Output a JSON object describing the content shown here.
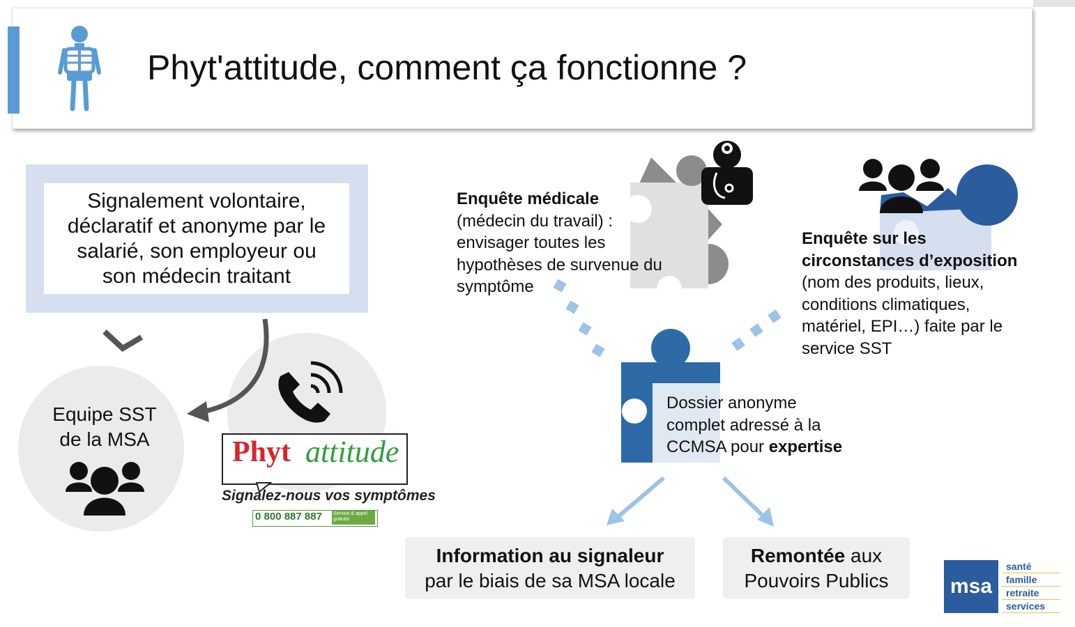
{
  "title": "Phyt'attitude, comment ça fonctionne ?",
  "signalement": {
    "lines": [
      "Signalement volontaire,",
      "déclaratif et anonyme par le",
      "salarié, son employeur ou",
      "son médecin traitant"
    ]
  },
  "equipe_sst": {
    "lines": [
      "Equipe SST",
      "de la MSA"
    ]
  },
  "logo": {
    "phyt": "Phyt",
    "attitude": "attitude",
    "slogan": "Signalez-nous vos symptômes",
    "number": "0 800 887 887",
    "tag": "Service & appel gratuits"
  },
  "enquete_medicale": {
    "title": "Enquête médicale",
    "lines": [
      "(médecin du travail) :",
      "envisager toutes les",
      "hypothèses de survenue du",
      "symptôme"
    ]
  },
  "enquete_exposition": {
    "title_lines": [
      "Enquête sur les",
      "circonstances d’exposition"
    ],
    "lines": [
      "(nom des produits, lieux,",
      "conditions climatiques,",
      "matériel, EPI…) faite par le",
      "service SST"
    ]
  },
  "dossier": {
    "line1": "Dossier anonyme",
    "line2": "complet adressé à la",
    "line3_normal": "CCMSA pour ",
    "line3_bold": "expertise"
  },
  "information": {
    "bold": "Information au signaleur",
    "normal": "par le biais de sa MSA locale"
  },
  "remontee": {
    "bold": "Remontée",
    "normal_after": " aux",
    "line2": "Pouvoirs Publics"
  },
  "msa_logo": {
    "letters": "msa",
    "lines": [
      "santé",
      "famille",
      "retraite",
      "services"
    ]
  },
  "colors": {
    "accent_blue": "#5b9bd5",
    "dark_blue": "#2e6aa6",
    "light_blue": "#9dc3e6",
    "frame": "#d6dff0",
    "gray": "#ebebeb"
  },
  "icons": [
    "skeleton-icon",
    "people-icon",
    "phone-icon",
    "doctor-icon",
    "puzzle-icon",
    "arrow-icon"
  ]
}
